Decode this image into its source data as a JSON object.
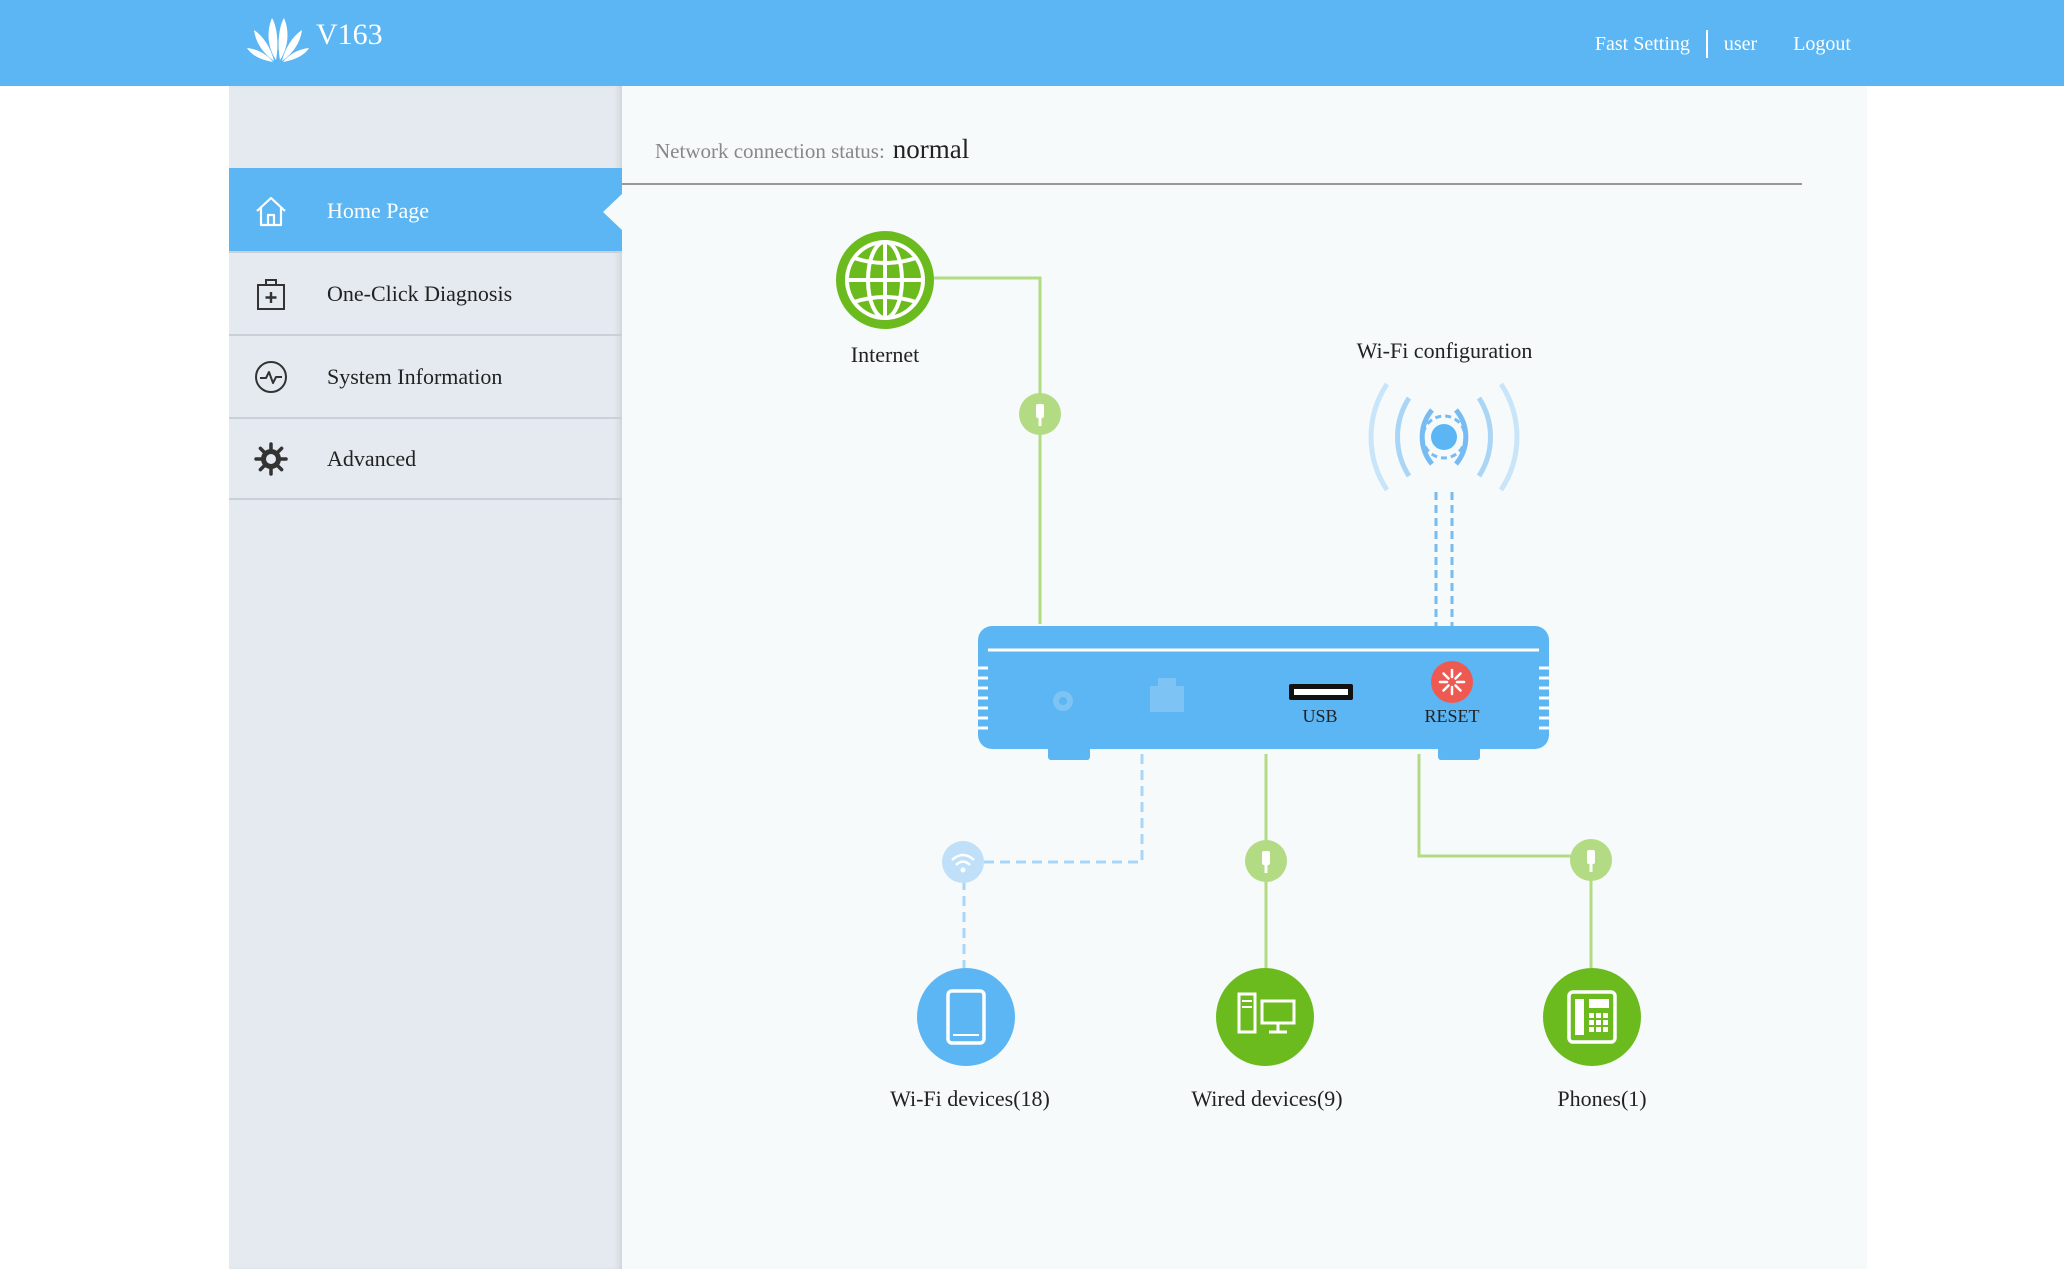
{
  "header": {
    "model": "V163",
    "links": {
      "fast_setting": "Fast Setting",
      "user": "user",
      "logout": "Logout"
    }
  },
  "sidebar": {
    "items": [
      {
        "label": "Home Page",
        "icon": "home-icon",
        "active": true
      },
      {
        "label": "One-Click Diagnosis",
        "icon": "first-aid-kit-icon",
        "active": false
      },
      {
        "label": "System Information",
        "icon": "heartbeat-icon",
        "active": false
      },
      {
        "label": "Advanced",
        "icon": "gear-icon",
        "active": false
      }
    ]
  },
  "main": {
    "status_label": "Network connection status:",
    "status_value": "normal",
    "internet_label": "Internet",
    "wifi_config_label": "Wi-Fi configuration",
    "router": {
      "usb_label": "USB",
      "reset_label": "RESET"
    },
    "devices": {
      "wifi": "Wi-Fi devices(18)",
      "wired": "Wired devices(9)",
      "phones": "Phones(1)"
    }
  },
  "colors": {
    "header": "#5bb6f3",
    "green": "#6cbb1e",
    "blue": "#5bb6f3",
    "reset": "#ee5a52"
  }
}
